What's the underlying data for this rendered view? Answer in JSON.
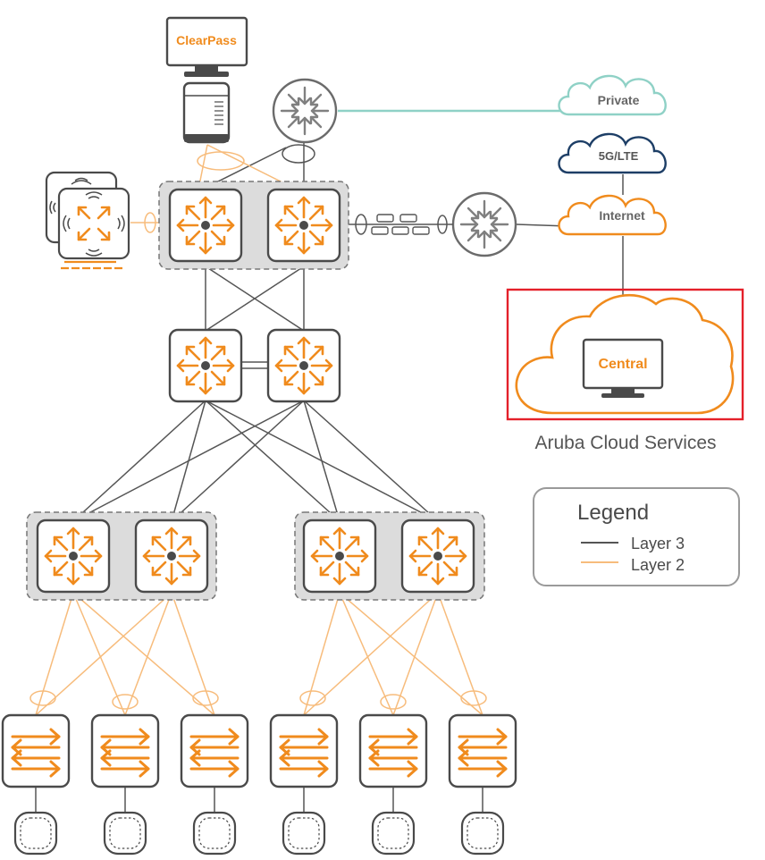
{
  "labels": {
    "clearpass": "ClearPass",
    "private": "Private",
    "lte": "5G/LTE",
    "internet": "Internet",
    "central": "Central",
    "cloud_services": "Aruba Cloud Services"
  },
  "legend": {
    "title": "Legend",
    "layer3": "Layer 3",
    "layer2": "Layer 2"
  },
  "colors": {
    "orange": "#f08b1d",
    "layer2_line": "#f7bc7c",
    "layer3_line": "#555555",
    "teal": "#8fd1c6",
    "navy": "#1d3e66",
    "highlight": "#e4202a",
    "device_border": "#4a4a4a",
    "stack_fill": "#dcdcdc"
  },
  "icons": {
    "core_switch": "core-switch-icon",
    "access_switch": "access-switch-icon",
    "router": "router-icon",
    "access_point": "access-point-icon",
    "server": "server-icon",
    "monitor": "monitor-icon",
    "cloud": "cloud-icon"
  }
}
